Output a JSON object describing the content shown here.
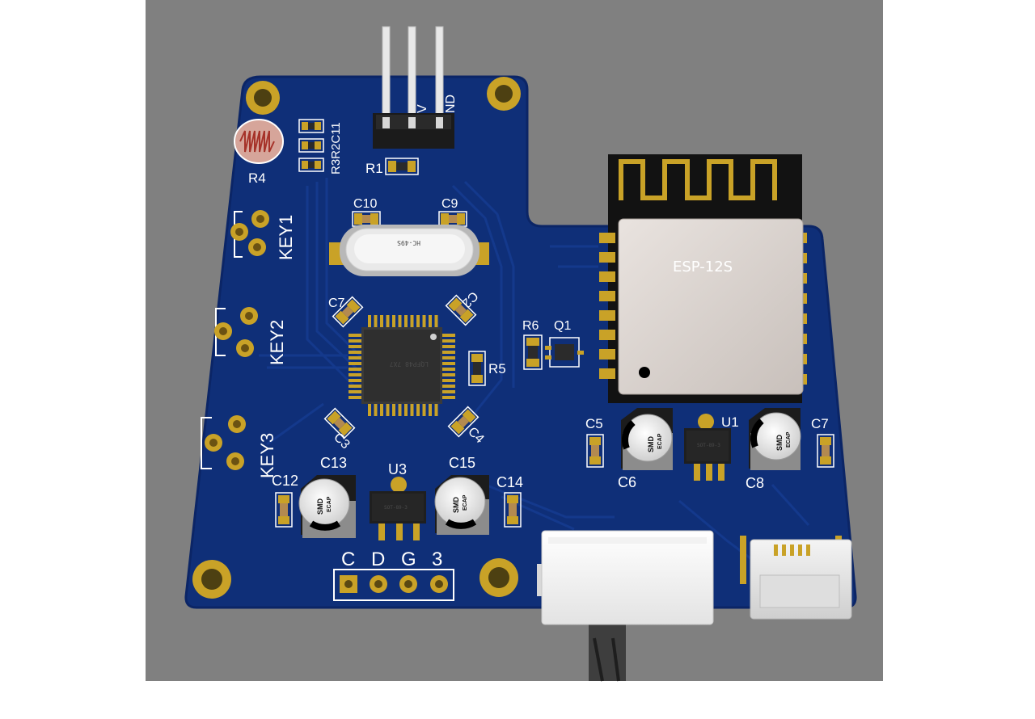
{
  "board": {
    "module_label": "ESP-12S",
    "designators": {
      "r4": "R4",
      "r3r2c11": "R3R2C11",
      "r1": "R1",
      "c10": "C10",
      "c9": "C9",
      "c7": "C7",
      "c2": "C2",
      "r5": "R5",
      "r6": "R6",
      "q1": "Q1",
      "c3": "C3",
      "c4": "C4",
      "c5": "C5",
      "u1": "U1",
      "c7r": "C7",
      "c6": "C6",
      "c8": "C8",
      "c12": "C12",
      "c13": "C13",
      "u3": "U3",
      "c15": "C15",
      "c14": "C14"
    },
    "keys": [
      "KEY1",
      "KEY2",
      "KEY3"
    ],
    "header_top_labels": [
      "V",
      "ND"
    ],
    "header_bottom_labels": [
      "C",
      "D",
      "G",
      "3"
    ],
    "crystal_marking": "HC-49S",
    "mcu_marking": "LQFP48 7X7",
    "cap_marking": [
      "SMD",
      "ECAP"
    ],
    "regulator_marking": "SOT-89-3"
  },
  "colors": {
    "background": "#808080",
    "pcb": "#0f2f78",
    "gold": "#c9a227",
    "silkscreen": "#ffffff"
  }
}
